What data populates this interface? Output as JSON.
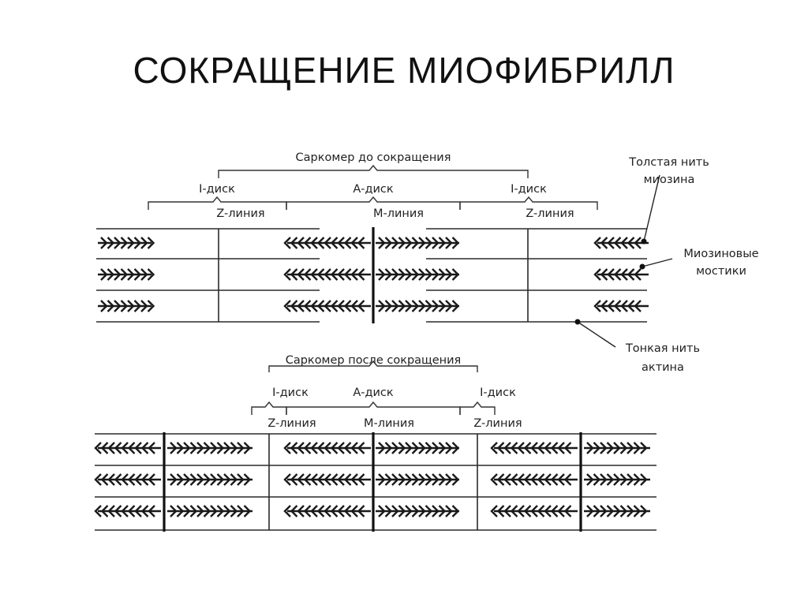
{
  "title": "СОКРАЩЕНИЕ МИОФИБРИЛЛ",
  "before": {
    "sarcomere_label": "Саркомер до сокращения",
    "i_disc_left": "I-диск",
    "a_disc": "А-диск",
    "i_disc_right": "I-диск",
    "z_line_left": "Z-линия",
    "m_line": "М-линия",
    "z_line_right": "Z-линия"
  },
  "after": {
    "sarcomere_label": "Саркомер после сокращения",
    "i_disc_left": "I-диск",
    "a_disc": "А-диск",
    "i_disc_right": "I-диск",
    "z_line_left": "Z-линия",
    "m_line": "М-линия",
    "z_line_right": "Z-линия"
  },
  "callouts": {
    "thick_filament": [
      "Толстая нить",
      "миозина"
    ],
    "myosin_bridges": [
      "Миозиновые",
      "мостики"
    ],
    "thin_filament": [
      "Тонкая нить",
      "актина"
    ]
  }
}
